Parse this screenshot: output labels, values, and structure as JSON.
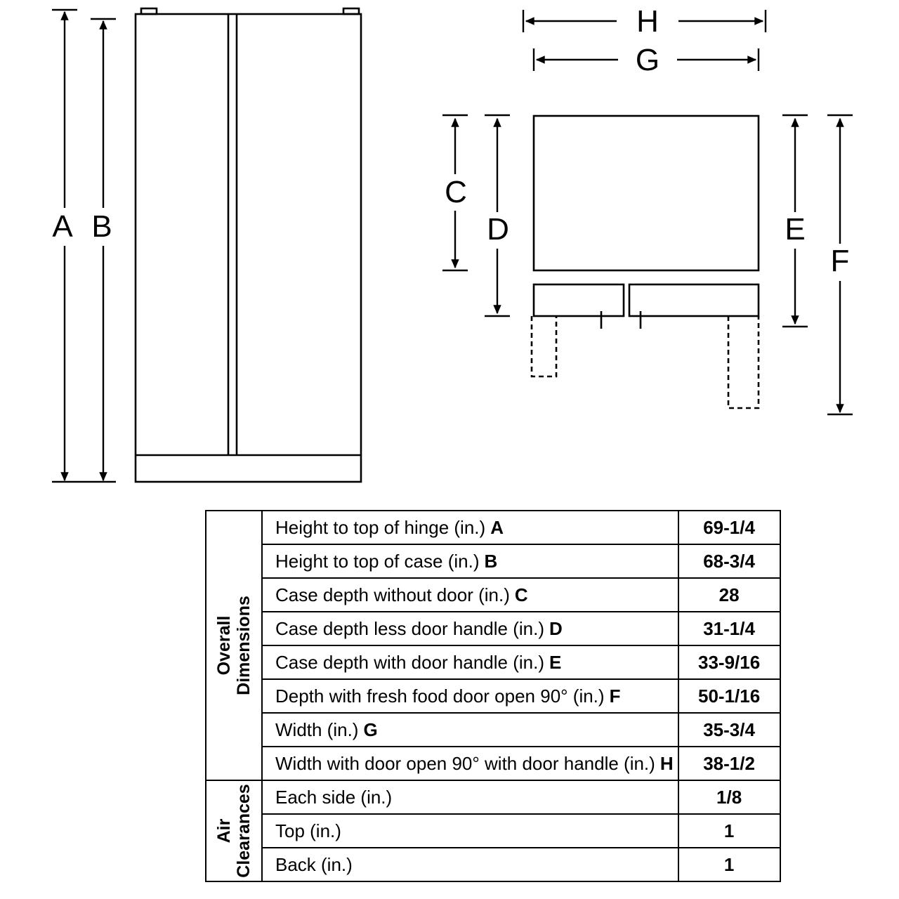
{
  "diagram": {
    "letters": {
      "A": "A",
      "B": "B",
      "C": "C",
      "D": "D",
      "E": "E",
      "F": "F",
      "G": "G",
      "H": "H"
    }
  },
  "table": {
    "sections": [
      {
        "group": "Overall Dimensions",
        "rows": [
          {
            "label": "Height to top of hinge (in.)",
            "letter": "A",
            "value": "69-1/4"
          },
          {
            "label": "Height to top of case (in.)",
            "letter": "B",
            "value": "68-3/4"
          },
          {
            "label": "Case depth without door (in.)",
            "letter": "C",
            "value": "28"
          },
          {
            "label": "Case depth less door handle (in.)",
            "letter": "D",
            "value": "31-1/4"
          },
          {
            "label": "Case depth with door handle (in.)",
            "letter": "E",
            "value": "33-9/16"
          },
          {
            "label": "Depth with fresh food door open 90° (in.)",
            "letter": "F",
            "value": "50-1/16"
          },
          {
            "label": "Width (in.)",
            "letter": "G",
            "value": "35-3/4"
          },
          {
            "label": "Width with door open 90° with door handle (in.)",
            "letter": "H",
            "value": "38-1/2"
          }
        ]
      },
      {
        "group": "Air Clearances",
        "rows": [
          {
            "label": "Each side (in.)",
            "letter": "",
            "value": "1/8"
          },
          {
            "label": "Top (in.)",
            "letter": "",
            "value": "1"
          },
          {
            "label": "Back (in.)",
            "letter": "",
            "value": "1"
          }
        ]
      }
    ]
  }
}
